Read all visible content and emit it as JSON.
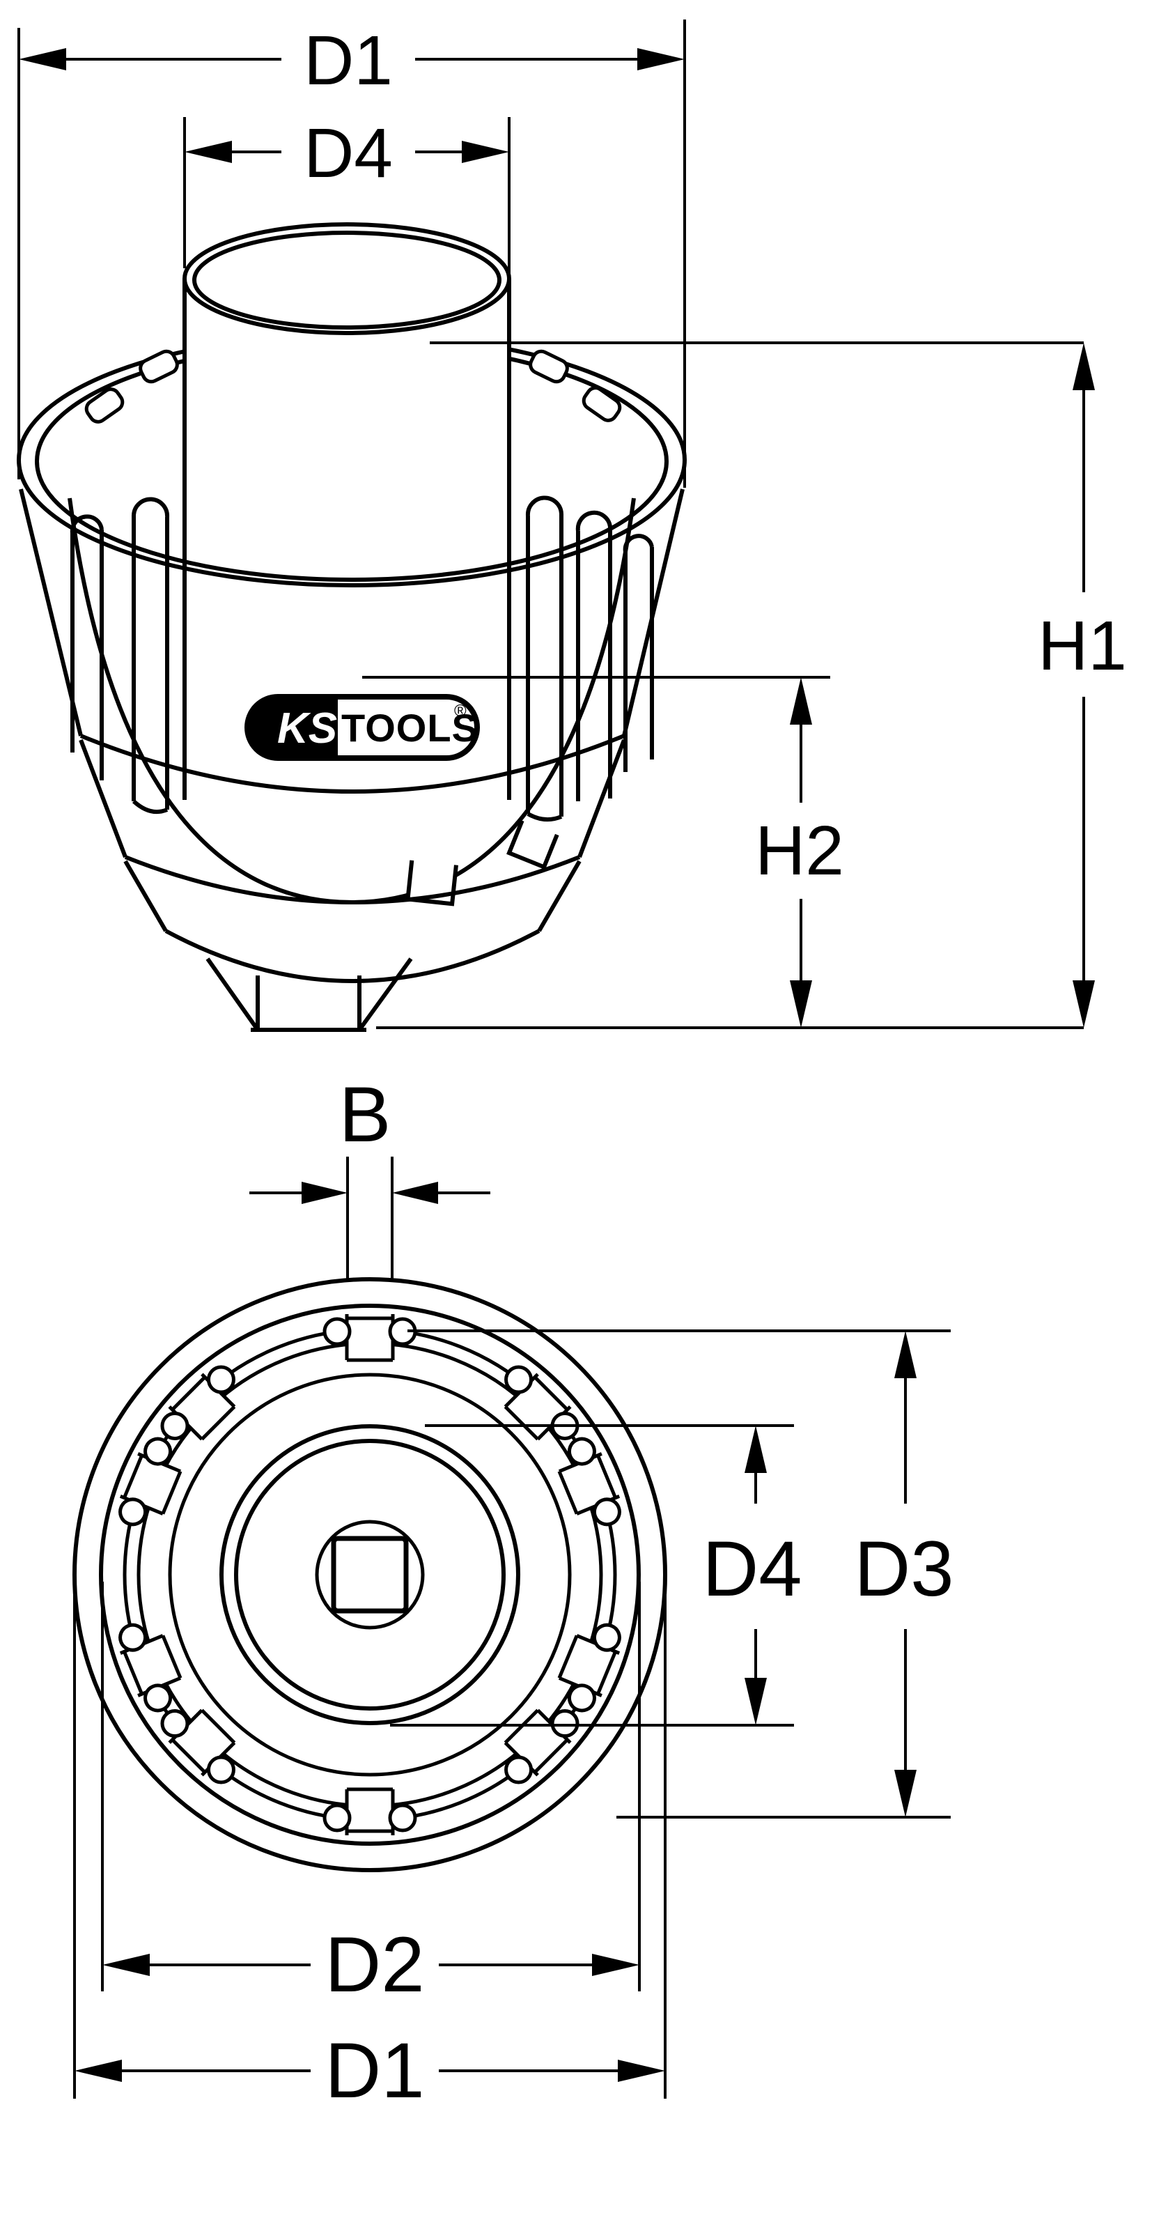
{
  "canvas": {
    "background": "#ffffff",
    "line_color": "#000000"
  },
  "side_view": {
    "labels": {
      "d1": "D1",
      "d4": "D4",
      "h1": "H1",
      "h2": "H2"
    },
    "logo": {
      "brand_left": "KS",
      "brand_right": "TOOLS",
      "registered": "®"
    }
  },
  "bottom_view": {
    "labels": {
      "b": "B",
      "d4": "D4",
      "d3": "D3",
      "d2": "D2",
      "d1": "D1"
    }
  }
}
